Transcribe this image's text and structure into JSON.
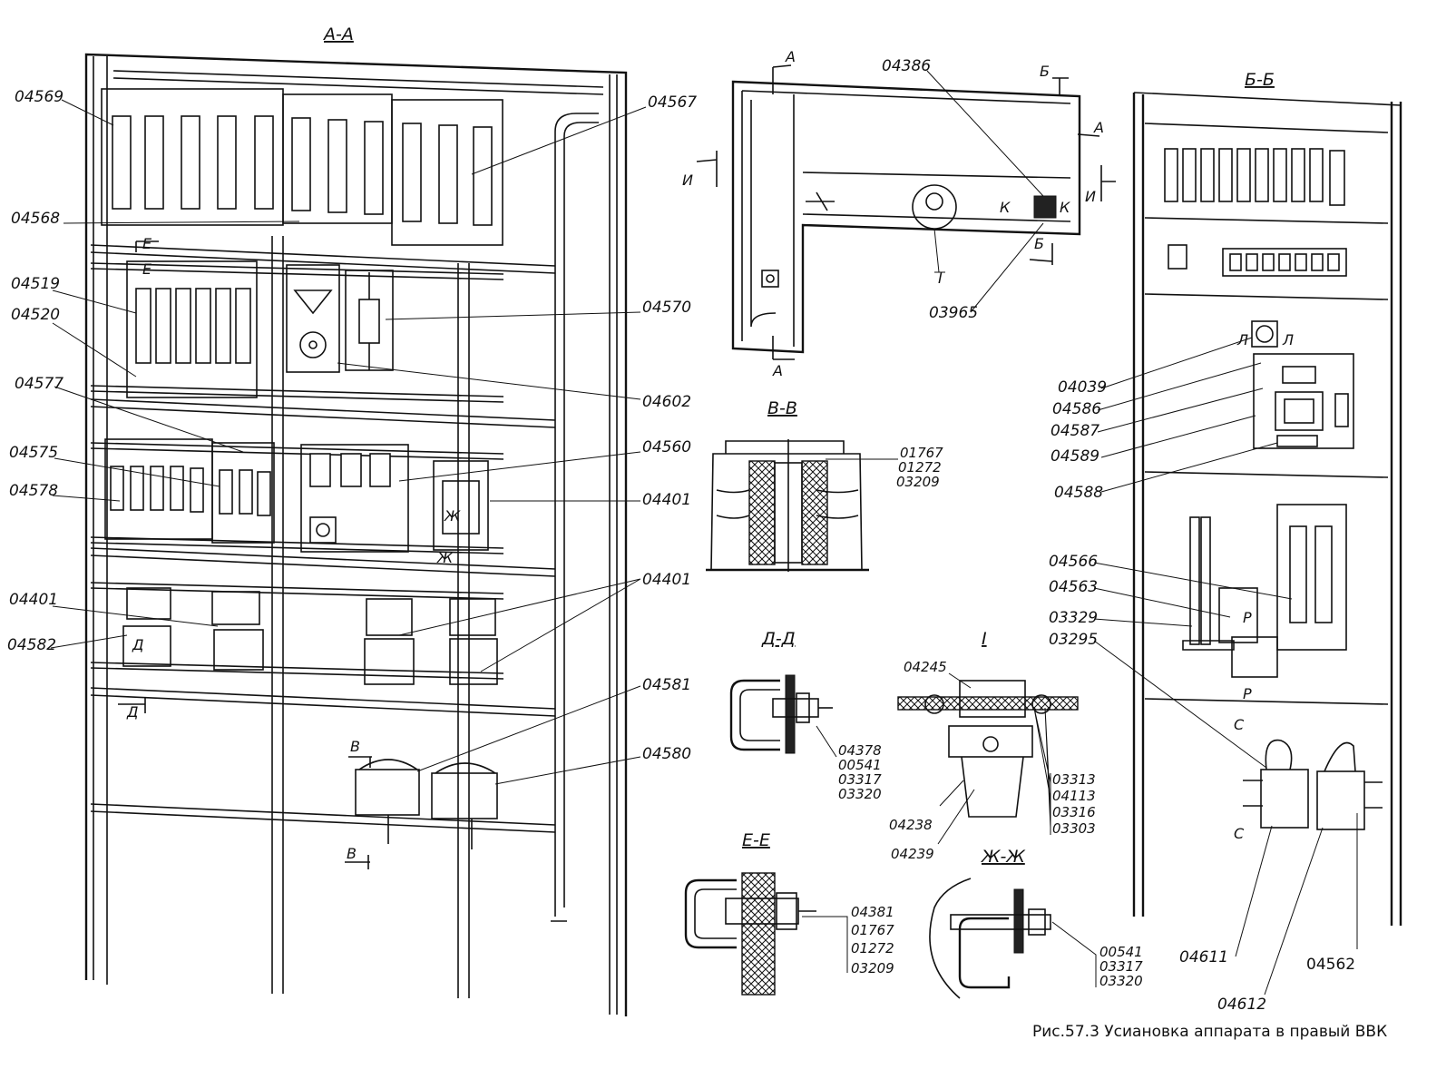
{
  "sections": {
    "aa": "А-А",
    "bb": "Б-Б",
    "vv": "В-В",
    "dd": "Д-Д",
    "ee": "Е-Е",
    "zhzh": "Ж-Ж",
    "i": "I"
  },
  "section_marks": {
    "a": "А",
    "b": "Б",
    "v": "В",
    "d": "Д",
    "e": "Е",
    "zh": "Ж",
    "k": "К",
    "i": "И",
    "l": "Л",
    "r": "Р",
    "s": "С",
    "one": "I"
  },
  "aa_labels": {
    "p04569": "04569",
    "p04568": "04568",
    "p04519": "04519",
    "p04520": "04520",
    "p04577": "04577",
    "p04575": "04575",
    "p04578": "04578",
    "p04401_left": "04401",
    "p04582": "04582",
    "p04567": "04567",
    "p04570": "04570",
    "p04602": "04602",
    "p04560": "04560",
    "p04401_r1": "04401",
    "p04401_r2": "04401",
    "p04581": "04581",
    "p04580": "04580"
  },
  "top_labels": {
    "p04386": "04386",
    "p03965": "03965"
  },
  "vv_labels": [
    "01767",
    "01272",
    "03209"
  ],
  "dd_labels": [
    "04378",
    "00541",
    "03317",
    "03320"
  ],
  "i_labels": {
    "p04245": "04245",
    "p04238": "04238",
    "p04239": "04239",
    "right": [
      "03313",
      "04113",
      "03316",
      "03303"
    ]
  },
  "ee_labels": [
    "04381",
    "01767",
    "01272",
    "03209"
  ],
  "zhzh_labels": [
    "00541",
    "03317",
    "03320"
  ],
  "bb_labels": {
    "p04039": "04039",
    "p04586": "04586",
    "p04587": "04587",
    "p04589": "04589",
    "p04588": "04588",
    "p04566": "04566",
    "p04563": "04563",
    "p03329": "03329",
    "p03295": "03295",
    "p04611": "04611",
    "p04612": "04612",
    "p04562": "04562"
  },
  "caption": "Рис.57.3 Усиановка аппарата в правый ВВК"
}
